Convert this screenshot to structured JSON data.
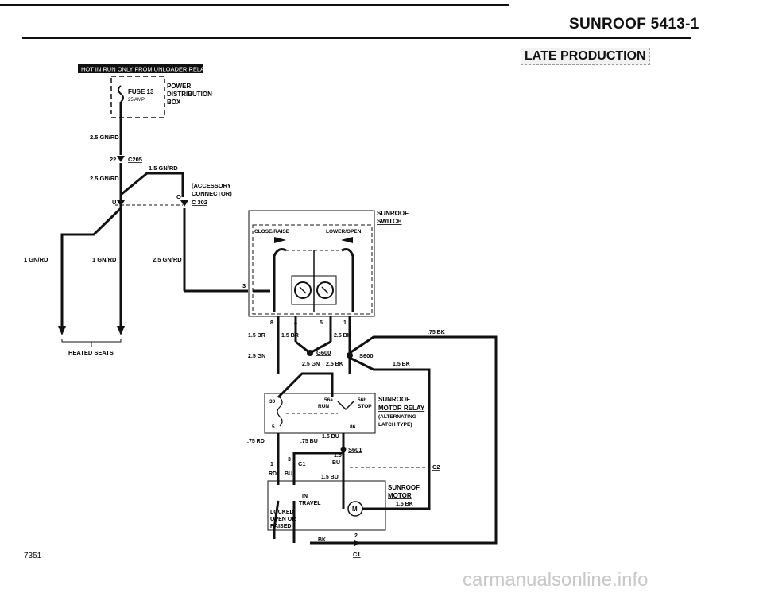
{
  "header": {
    "title": "SUNROOF  5413-1",
    "badge": "LATE PRODUCTION",
    "page_number": "7351"
  },
  "banner": "HOT IN RUN ONLY FROM UNLOADER RELAY",
  "fuse": {
    "label": "FUSE 13",
    "rating": "25 AMP"
  },
  "power_box": {
    "line1": "POWER",
    "line2": "DISTRIBUTION",
    "line3": "BOX"
  },
  "wires": {
    "w_25gnrd_a": "2.5 GN/RD",
    "w_25gnrd_b": "2.5 GN/RD",
    "w_15gnrd": "1.5 GN/RD",
    "w_1gnrd_a": "1 GN/RD",
    "w_1gnrd_b": "1 GN/RD",
    "w_25gnrd_c": "2.5 GN/RD",
    "w_15br_a": "1.5 BR",
    "w_15br_b": "1.5 BR",
    "w_25bk_a": "2.5 BK",
    "w_25gn_a": "2.5 GN",
    "w_25gn_b": "2.5 GN",
    "w_25bk_b": "2.5 BK",
    "w_75bk": ".75 BK",
    "w_15bk_a": "1.5 BK",
    "w_75rd": ".75 RD",
    "w_75bu": ".75 BU",
    "w_15bu_a": "1.5 BU",
    "w_15_a": "1.5",
    "w_bu_a": "BU",
    "w_15bu_b": "1.5 BU",
    "w_15bk_b": "1.5 BK",
    "w_bk": "BK",
    "w_rd": "RD",
    "w_bu_b": "BU"
  },
  "connectors": {
    "c205_pin": "22",
    "c205": "C205",
    "accessory_1": "(ACCESSORY",
    "accessory_2": "CONNECTOR)",
    "c302_pin": "O",
    "c302": "C 302",
    "u_pin": "U",
    "pin3": "3",
    "pin8": "8",
    "pin4": "4",
    "pin5": "5",
    "pin1": "1",
    "g600": "G600",
    "s600": "S600",
    "s601": "S601",
    "c1_pin": "3",
    "c1": "C1",
    "c1_pin1": "1",
    "c2": "C2",
    "c1_bottom_pin": "2",
    "c1_bottom": "C1"
  },
  "heated_seats": "HEATED SEATS",
  "switch": {
    "title1": "SUNROOF",
    "title2": "SWITCH",
    "close_raise": "CLOSE/RAISE",
    "lower_open": "LOWER/OPEN"
  },
  "relay": {
    "title1": "SUNROOF",
    "title2": "MOTOR RELAY",
    "note1": "(ALTERNATING",
    "note2": "LATCH TYPE)",
    "t30": "30",
    "t5": "5",
    "t56a": "56a",
    "run": "RUN",
    "t56b": "56b",
    "stop": "STOP",
    "t86": "86"
  },
  "motor": {
    "title1": "SUNROOF",
    "title2": "MOTOR",
    "m": "M",
    "in_travel1": "IN",
    "in_travel2": "TRAVEL",
    "locked1": "LOCKED",
    "locked2": "OPEN OR",
    "locked3": "RAISED"
  },
  "watermark": "carmanualsonline.info"
}
